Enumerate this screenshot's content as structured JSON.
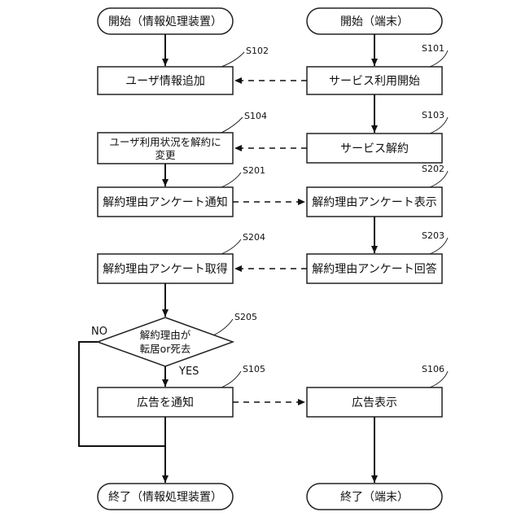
{
  "terminals": {
    "start_server": "開始（情報処理装置）",
    "start_terminal": "開始（端末）",
    "end_server": "終了（情報処理装置）",
    "end_terminal": "終了（端末）"
  },
  "steps": {
    "s101": {
      "id": "S101",
      "label": "サービス利用開始"
    },
    "s102": {
      "id": "S102",
      "label": "ユーザ情報追加"
    },
    "s103": {
      "id": "S103",
      "label": "サービス解約"
    },
    "s104": {
      "id": "S104",
      "label_line1": "ユーザ利用状況を解約に",
      "label_line2": "変更"
    },
    "s201": {
      "id": "S201",
      "label": "解約理由アンケート通知"
    },
    "s202": {
      "id": "S202",
      "label": "解約理由アンケート表示"
    },
    "s203": {
      "id": "S203",
      "label": "解約理由アンケート回答"
    },
    "s204": {
      "id": "S204",
      "label": "解約理由アンケート取得"
    },
    "s205": {
      "id": "S205",
      "label_line1": "解約理由が",
      "label_line2": "転居or死去"
    },
    "s105": {
      "id": "S105",
      "label": "広告を通知"
    },
    "s106": {
      "id": "S106",
      "label": "広告表示"
    }
  },
  "branches": {
    "no": "NO",
    "yes": "YES"
  }
}
